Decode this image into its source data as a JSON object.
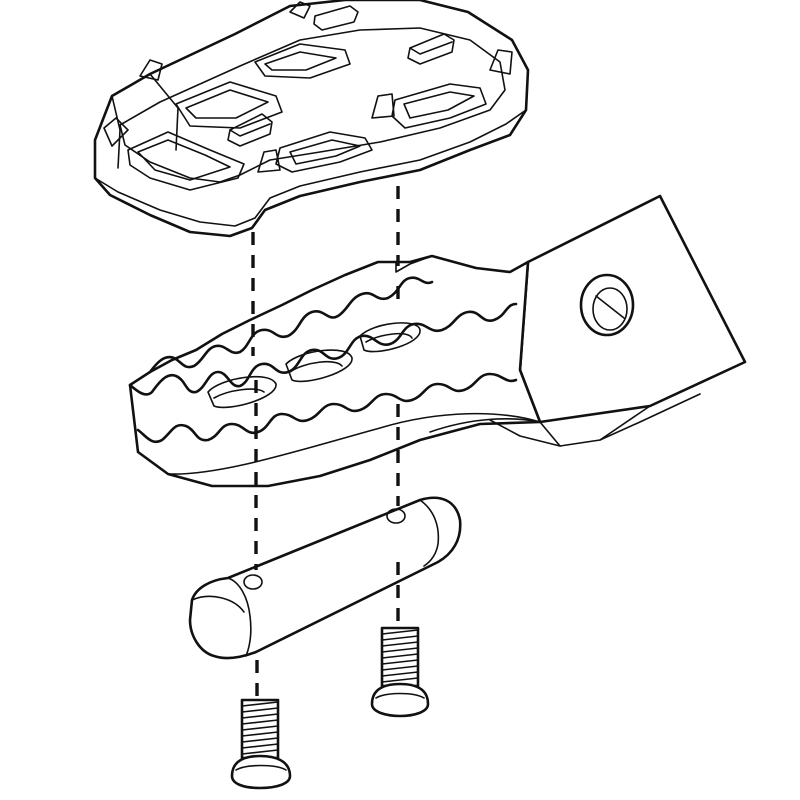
{
  "diagram": {
    "type": "exploded-assembly",
    "parts": [
      {
        "name": "footpeg-pad",
        "icon": "pad-icon"
      },
      {
        "name": "footpeg-body",
        "icon": "peg-icon"
      },
      {
        "name": "mounting-block",
        "icon": "block-icon"
      },
      {
        "name": "bolt",
        "count": 2,
        "icon": "bolt-icon"
      }
    ],
    "assembly_axes": 2,
    "colors": {
      "line": "#111111",
      "fill": "#ffffff",
      "background": "#ffffff"
    }
  }
}
